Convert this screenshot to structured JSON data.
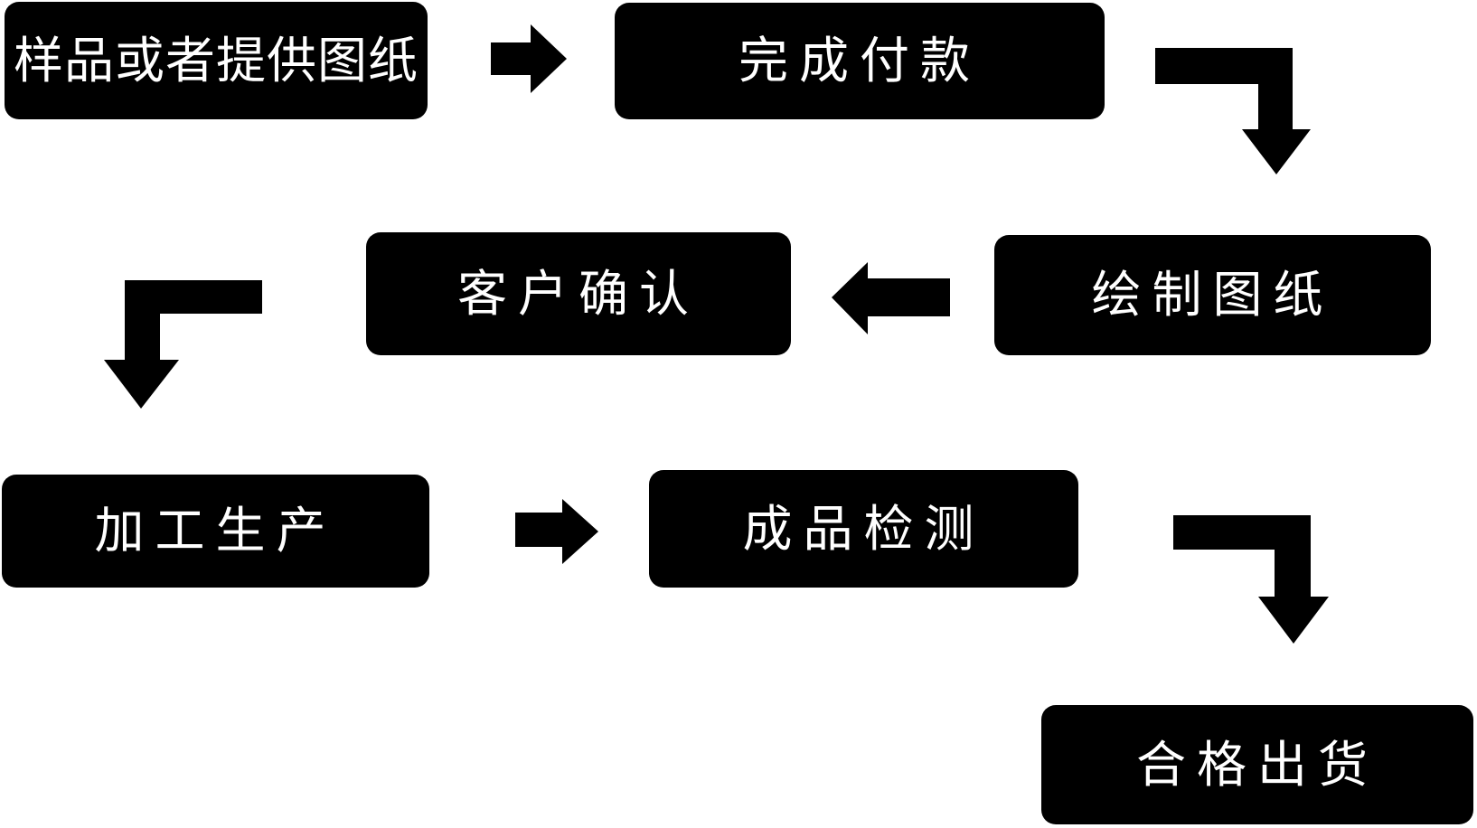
{
  "page": {
    "background": "#ffffff"
  },
  "flowchart": {
    "node_fill": "#000000",
    "node_text_color": "#ffffff",
    "arrow_color": "#000000",
    "nodes": [
      {
        "id": "sample-or-drawing",
        "label": "样品或者提供图纸"
      },
      {
        "id": "complete-payment",
        "label": "完成付款"
      },
      {
        "id": "draw-drawings",
        "label": "绘制图纸"
      },
      {
        "id": "customer-confirmation",
        "label": "客户确认"
      },
      {
        "id": "processing-production",
        "label": "加工生产"
      },
      {
        "id": "finished-product-inspection",
        "label": "成品检测"
      },
      {
        "id": "qualified-shipment",
        "label": "合格出货"
      }
    ],
    "flow": [
      {
        "from": "样品或者提供图纸",
        "to": "完成付款",
        "direction": "right"
      },
      {
        "from": "完成付款",
        "to": "绘制图纸",
        "direction": "down"
      },
      {
        "from": "绘制图纸",
        "to": "客户确认",
        "direction": "left"
      },
      {
        "from": "客户确认",
        "to": "加工生产",
        "direction": "down"
      },
      {
        "from": "加工生产",
        "to": "成品检测",
        "direction": "right"
      },
      {
        "from": "成品检测",
        "to": "合格出货",
        "direction": "down"
      }
    ]
  }
}
